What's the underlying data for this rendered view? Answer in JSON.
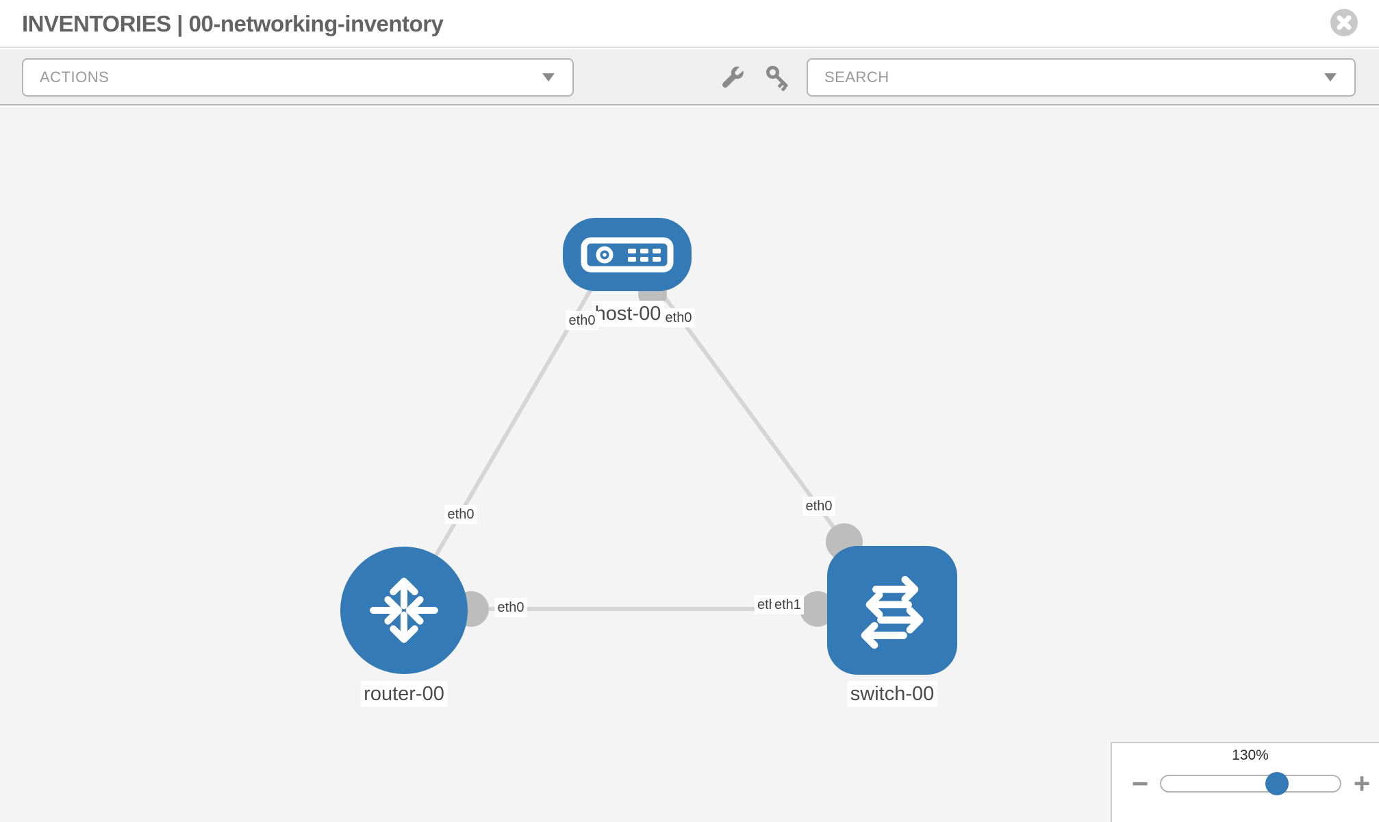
{
  "header": {
    "title": "INVENTORIES | 00-networking-inventory"
  },
  "toolbar": {
    "actions_label": "ACTIONS",
    "search_label": "SEARCH",
    "icons": [
      "wrench-icon",
      "key-icon",
      "chevron-down-icon"
    ]
  },
  "topology": {
    "nodes": [
      {
        "id": "host-00",
        "type": "host",
        "label": "host-00"
      },
      {
        "id": "router-00",
        "type": "router",
        "label": "router-00"
      },
      {
        "id": "switch-00",
        "type": "switch",
        "label": "switch-00"
      }
    ],
    "links": [
      {
        "source": "host-00",
        "target": "router-00",
        "source_interface": "eth0",
        "target_interface": "eth0"
      },
      {
        "source": "host-00",
        "target": "switch-00",
        "source_interface": "eth0",
        "target_interface": "eth0"
      },
      {
        "source": "router-00",
        "target": "switch-00",
        "source_interface": "eth0",
        "target_interface": "eth1",
        "target_interface_overlapped": "eth0"
      }
    ]
  },
  "zoom_panel": {
    "level": "130%",
    "minus_label": "−",
    "plus_label": "+"
  },
  "colors": {
    "node_blue": "#337ab7",
    "link_gray": "#d5d5d5",
    "connector_gray": "#bdbdbd",
    "canvas_bg": "#f4f4f4",
    "toolbar_bg": "#efefef"
  }
}
